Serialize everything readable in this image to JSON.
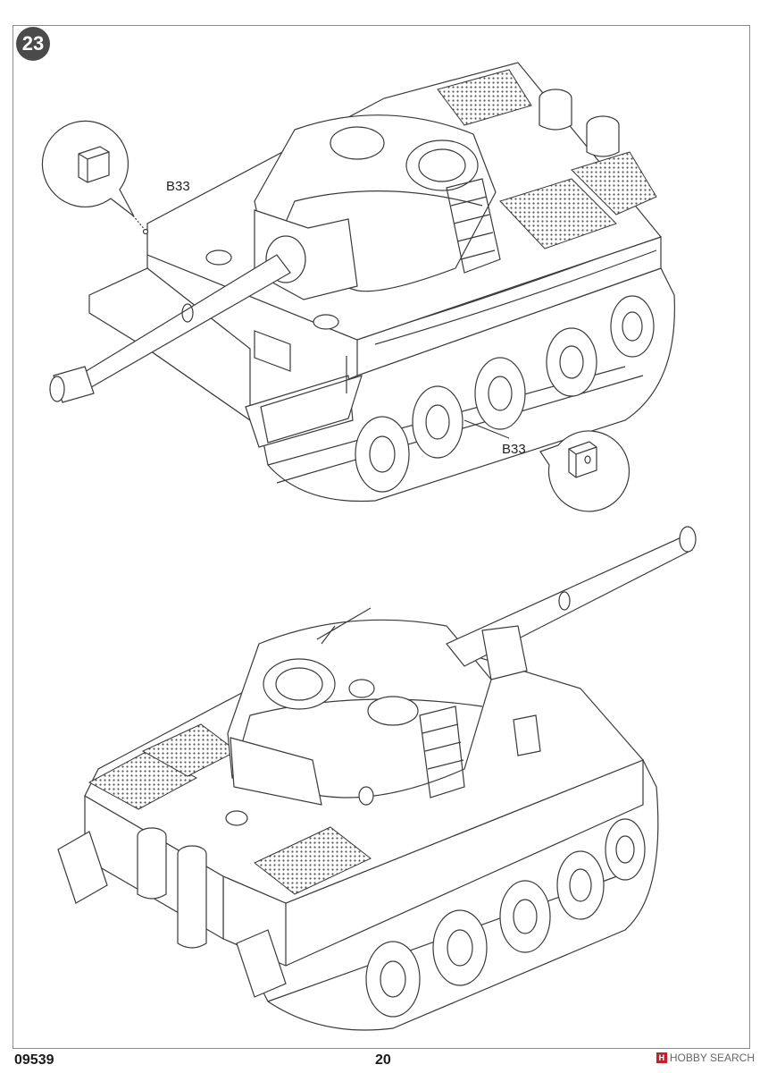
{
  "step": {
    "number": "23"
  },
  "callouts": [
    {
      "part": "B33"
    },
    {
      "part": "B33"
    }
  ],
  "footer": {
    "kit_code": "09539",
    "page_number": "20"
  },
  "watermark": {
    "brand_mark": "H",
    "text": "HOBBY SEARCH"
  }
}
